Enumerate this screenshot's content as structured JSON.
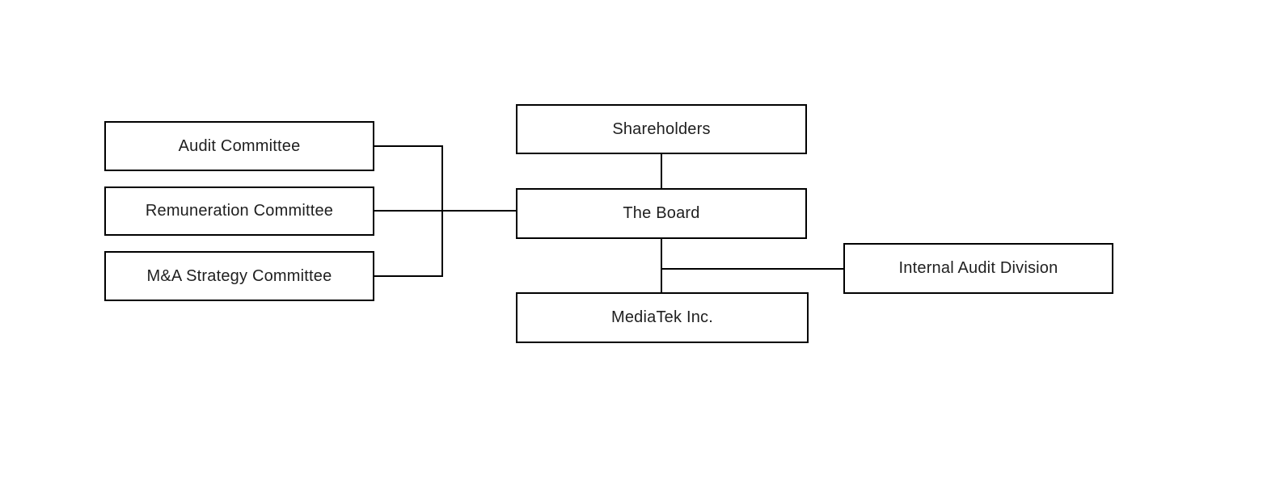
{
  "diagram": {
    "type": "org-chart",
    "nodes": {
      "audit_committee": {
        "label": "Audit Committee"
      },
      "remuneration_committee": {
        "label": "Remuneration Committee"
      },
      "ma_strategy_committee": {
        "label": "M&A Strategy Committee"
      },
      "shareholders": {
        "label": "Shareholders"
      },
      "the_board": {
        "label": "The Board"
      },
      "mediatek": {
        "label": "MediaTek Inc."
      },
      "internal_audit_division": {
        "label": "Internal Audit Division"
      }
    },
    "connections": [
      {
        "from": "Shareholders",
        "to": "The Board"
      },
      {
        "from": "The Board",
        "to": "MediaTek Inc."
      },
      {
        "from": "The Board",
        "to": "Internal Audit Division"
      },
      {
        "from": "Audit Committee",
        "to": "The Board"
      },
      {
        "from": "Remuneration Committee",
        "to": "The Board"
      },
      {
        "from": "M&A Strategy Committee",
        "to": "The Board"
      }
    ],
    "colors": {
      "background": "#ffffff",
      "box_border": "#000000",
      "line": "#000000",
      "text": "#1f1f1f"
    }
  }
}
